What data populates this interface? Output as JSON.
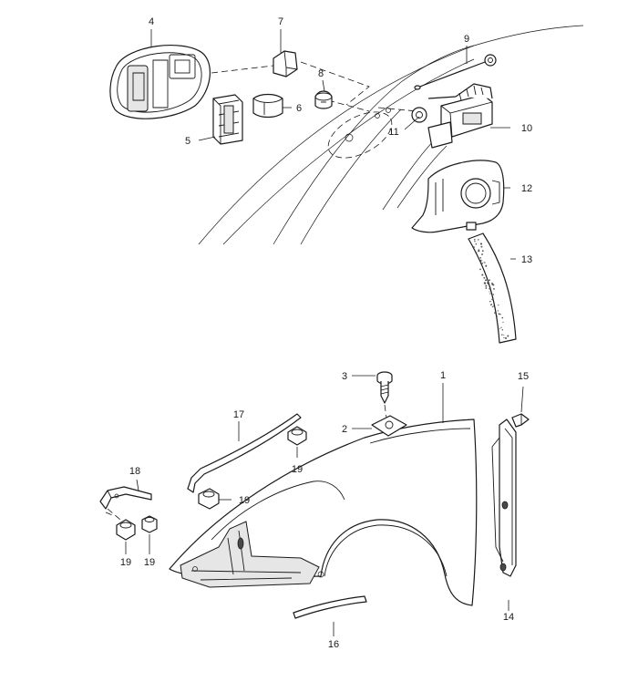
{
  "callouts": {
    "p1": "1",
    "p2": "2",
    "p3": "3",
    "p4": "4",
    "p5": "5",
    "p6": "6",
    "p7": "7",
    "p8": "8",
    "p9": "9",
    "p10": "10",
    "p11": "11",
    "p12": "12",
    "p13": "13",
    "p14": "14",
    "p15": "15",
    "p16": "16",
    "p17": "17",
    "p18": "18",
    "p19a": "19",
    "p19b": "19",
    "p19c": "19",
    "p19d": "19"
  }
}
